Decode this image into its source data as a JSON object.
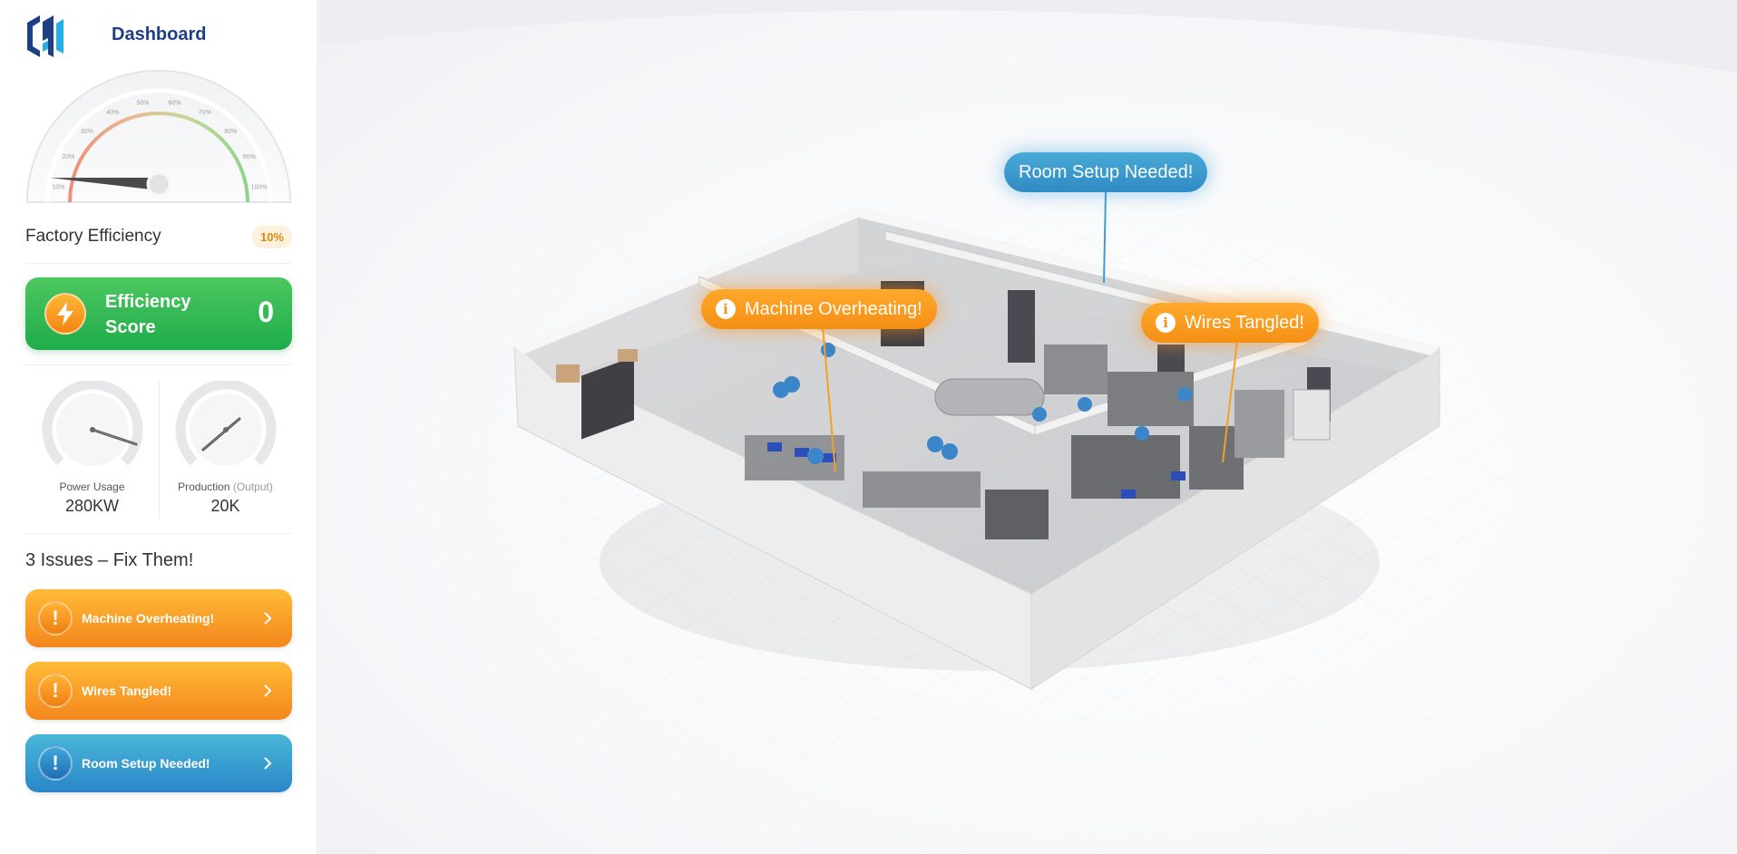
{
  "app": {
    "title": "Dashboard"
  },
  "colors": {
    "brand": "#1d3f86",
    "score_green": "#2bb552",
    "issue_orange": "#f7a22a",
    "issue_blue": "#3a9fd3",
    "badge_text": "#d98a12"
  },
  "gauge": {
    "ticks": [
      "10%",
      "20%",
      "30%",
      "40%",
      "50%",
      "60%",
      "70%",
      "80%",
      "90%",
      "100%"
    ],
    "value_percent": 10
  },
  "efficiency": {
    "label": "Factory Efficiency",
    "badge": "10%"
  },
  "score": {
    "label": "Efficiency Score",
    "value": "0",
    "icon": "lightning-bolt-icon"
  },
  "metrics": {
    "power": {
      "label": "Power Usage",
      "value": "280KW"
    },
    "production": {
      "label": "Production",
      "suffix": "(Output)",
      "value": "20K"
    }
  },
  "issues": {
    "title": "3 Issues – Fix Them!",
    "items": [
      {
        "label": "Machine Overheating!",
        "color": "orange"
      },
      {
        "label": "Wires Tangled!",
        "color": "orange"
      },
      {
        "label": "Room Setup Needed!",
        "color": "blue"
      }
    ]
  },
  "callouts": {
    "machine": "Machine Overheating!",
    "wires": "Wires Tangled!",
    "room": "Room Setup Needed!"
  }
}
